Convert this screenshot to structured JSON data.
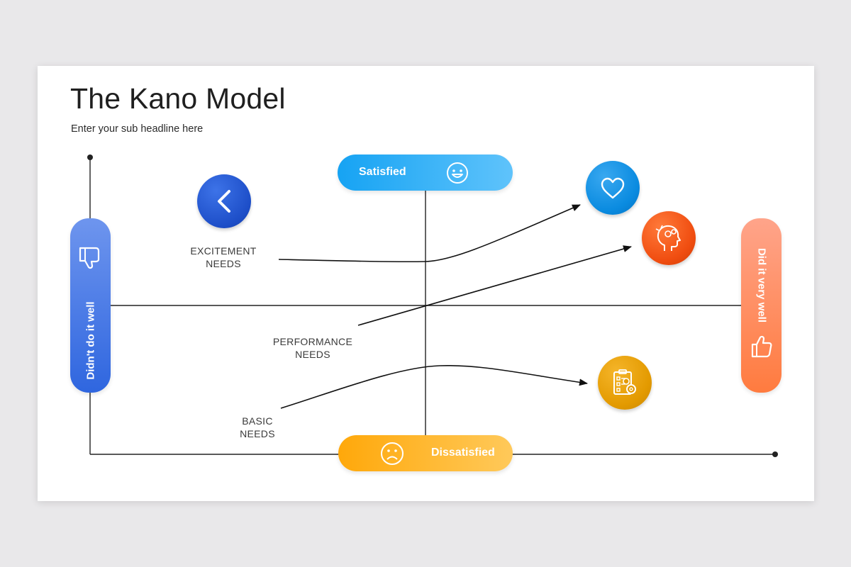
{
  "title": "The Kano Model",
  "subtitle": "Enter your sub headline here",
  "axes": {
    "top": "Satisfied",
    "bottom": "Dissatisfied",
    "left": "Didn't do it well",
    "right": "Did it very well"
  },
  "curves": [
    {
      "label_line1": "EXCITEMENT",
      "label_line2": "NEEDS"
    },
    {
      "label_line1": "PERFORMANCE",
      "label_line2": "NEEDS"
    },
    {
      "label_line1": "BASIC",
      "label_line2": "NEEDS"
    }
  ],
  "icons": {
    "satisfied": "smiley-face-icon",
    "dissatisfied": "sad-face-icon",
    "left": "thumbs-down-icon",
    "right": "thumbs-up-icon",
    "back": "chevron-left-icon",
    "excitement": "heart-icon",
    "performance": "head-with-gears-icon",
    "basic": "clipboard-gear-icon"
  },
  "colors": {
    "satisfied": "#16a3f3",
    "dissatisfied": "#ffa80a",
    "left": "#2f66df",
    "right": "#ff7b3f",
    "heart_circle": "#0a8be0",
    "head_circle": "#f04d10",
    "clipboard_circle": "#e39a00",
    "back_circle": "#1d4ec8"
  }
}
